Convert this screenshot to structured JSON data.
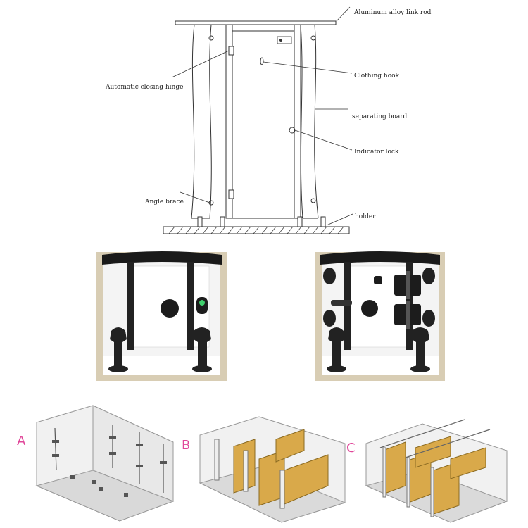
{
  "labels": {
    "aluminum_rod": "Aluminum alloy link rod",
    "closing_hinge": "Automatic closing hinge",
    "clothing_hook": "Clothing hook",
    "separating_board": "separating board",
    "indicator_lock": "Indicator lock",
    "angle_brace": "Angle brace",
    "holder": "holder"
  },
  "steps": {
    "a": "A",
    "b": "B",
    "c": "C"
  },
  "colors": {
    "line": "#333333",
    "panel": "#d9a94a",
    "panel_dark": "#b8862d",
    "hardware": "#222222",
    "cabinet_edge": "#d8cdb4",
    "step_label": "#e0479a"
  }
}
